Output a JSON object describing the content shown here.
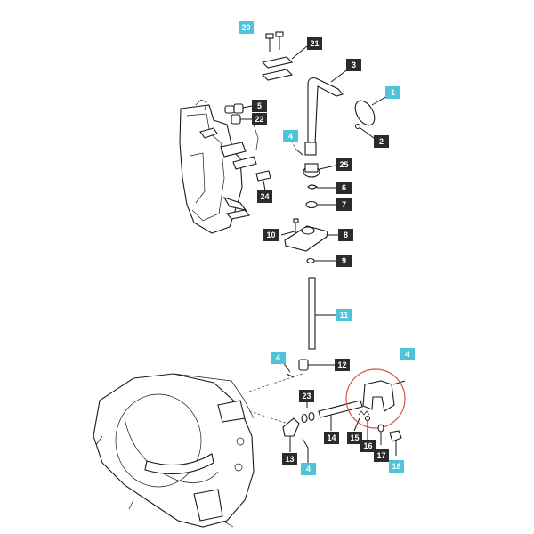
{
  "callouts": [
    {
      "id": "20",
      "style": "blue"
    },
    {
      "id": "21",
      "style": "dark"
    },
    {
      "id": "3",
      "style": "dark"
    },
    {
      "id": "1",
      "style": "blue"
    },
    {
      "id": "5",
      "style": "dark"
    },
    {
      "id": "22",
      "style": "dark"
    },
    {
      "id": "2",
      "style": "dark"
    },
    {
      "id": "4a",
      "label": "4",
      "style": "blue"
    },
    {
      "id": "25",
      "style": "dark"
    },
    {
      "id": "24",
      "style": "dark"
    },
    {
      "id": "6",
      "style": "dark"
    },
    {
      "id": "7",
      "style": "dark"
    },
    {
      "id": "10",
      "style": "dark"
    },
    {
      "id": "8",
      "style": "dark"
    },
    {
      "id": "9",
      "style": "dark"
    },
    {
      "id": "11",
      "style": "blue"
    },
    {
      "id": "4b",
      "label": "4",
      "style": "blue"
    },
    {
      "id": "12",
      "style": "dark"
    },
    {
      "id": "4c",
      "label": "4",
      "style": "blue"
    },
    {
      "id": "23",
      "style": "dark"
    },
    {
      "id": "14",
      "style": "dark"
    },
    {
      "id": "15",
      "style": "dark"
    },
    {
      "id": "16",
      "style": "dark"
    },
    {
      "id": "17",
      "style": "dark"
    },
    {
      "id": "13",
      "style": "dark"
    },
    {
      "id": "4d",
      "label": "4",
      "style": "blue"
    },
    {
      "id": "18",
      "style": "blue"
    }
  ],
  "colors": {
    "dark_callout": "#2b2b2b",
    "blue_callout": "#4fc3d9",
    "highlight_circle": "#d9534f"
  }
}
